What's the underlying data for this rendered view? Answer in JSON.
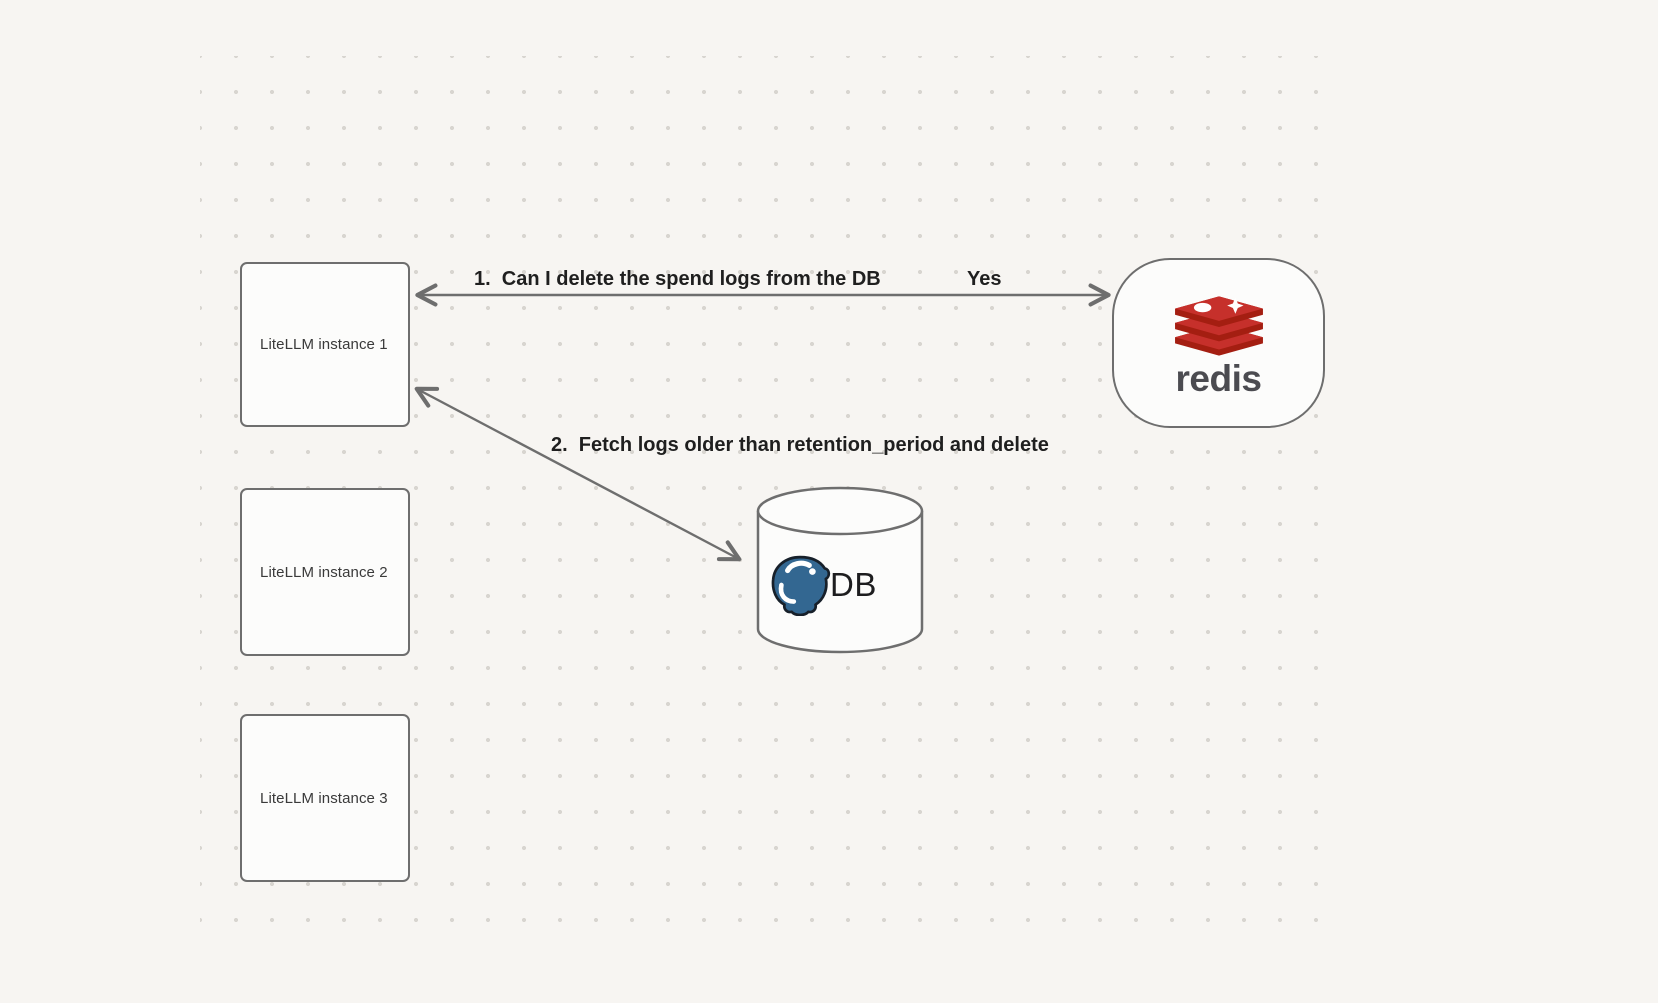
{
  "diagram": {
    "nodes": {
      "litellm1": {
        "label": "LiteLLM instance 1"
      },
      "litellm2": {
        "label": "LiteLLM instance 2"
      },
      "litellm3": {
        "label": "LiteLLM instance 3"
      },
      "redis": {
        "wordmark": "redis"
      },
      "db": {
        "label": "DB"
      }
    },
    "edges": {
      "edge1": {
        "label": "1.  Can I delete the spend logs from the DB",
        "answer": "Yes"
      },
      "edge2": {
        "label": "2.  Fetch logs older than retention_period and delete"
      }
    }
  },
  "colors": {
    "background": "#f7f5f2",
    "dot": "#d8d5d0",
    "stroke": "#6e6e6e",
    "box_text": "#3a3a3a",
    "edge_label_text": "#1f1f1f",
    "redis_red": "#c6302b",
    "redis_dark_red": "#a41e11",
    "postgres_blue": "#336791"
  }
}
